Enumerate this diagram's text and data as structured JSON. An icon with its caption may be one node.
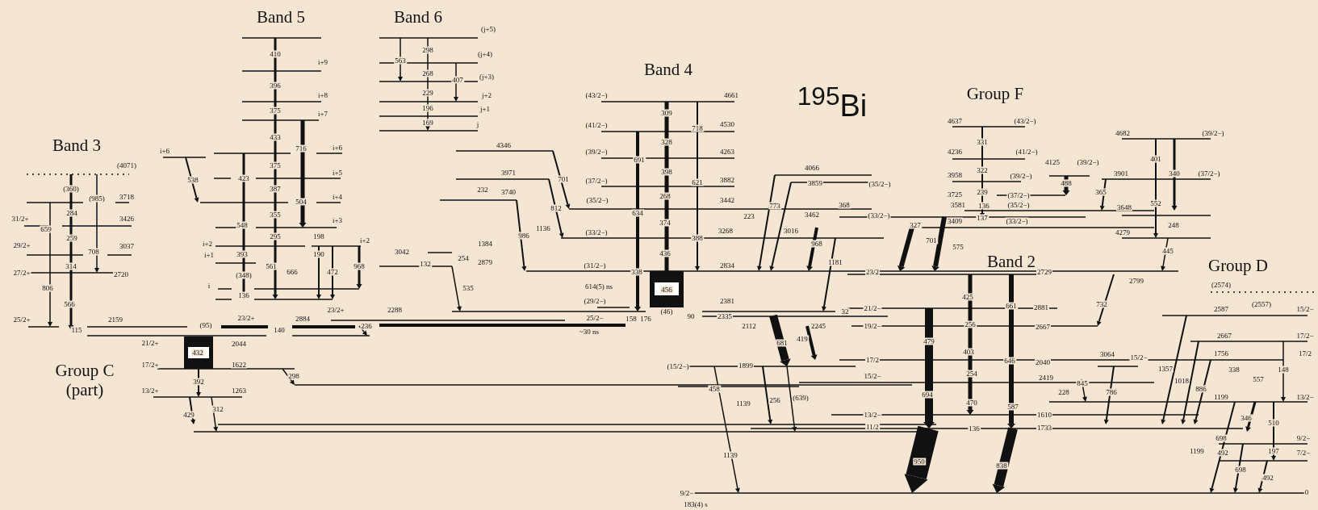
{
  "diagram": {
    "labels": [
      "Band 5",
      "Band 6",
      "Band 4",
      "$^{195}$Bi",
      "Group F",
      "Band 3",
      "Band 2",
      "Group D",
      "Group C (part)",
      "410",
      "i+9",
      "396",
      "i+8",
      "375",
      "i+7",
      "433",
      "716",
      "i+6",
      "i+6",
      "375",
      "538",
      "423",
      "i+5",
      "387",
      "504",
      "i+4",
      "355",
      "548",
      "i+3",
      "295",
      "198",
      "i+2",
      "i+2",
      "(4071)",
      "(360)",
      "(985)",
      "3718",
      "284",
      "31/2+",
      "3426",
      "659",
      "29/2+",
      "259",
      "708",
      "3037",
      "298",
      "563",
      "268",
      "229",
      "196",
      "169",
      "(j+5)",
      "(j+4)",
      "407",
      "(j+3)",
      "j+2",
      "j+1",
      "j",
      "(43/2−)",
      "309",
      "4661",
      "(41/2−)",
      "718",
      "4530",
      "328",
      "(39/2−)",
      "691",
      "4263",
      "4346",
      "398",
      "(37/2−)",
      "621",
      "3882",
      "3971",
      "701",
      "232",
      "3740",
      "268",
      "(35/2−)",
      "634",
      "3442",
      "812",
      "374",
      "1136",
      "986",
      "(33/2−)",
      "388",
      "3268",
      "436",
      "4066",
      "3859",
      "(35/2−)",
      "773",
      "368",
      "223",
      "3462",
      "(33/2−)",
      "3016",
      "968",
      "4637",
      "(43/2−)",
      "331",
      "4236",
      "(41/2−)",
      "4682",
      "(39/2−)",
      "4125",
      "(39/2−)",
      "322",
      "3958",
      "(39/2−)",
      "401",
      "488",
      "3901",
      "340",
      "(37/2−)",
      "3725",
      "239",
      "(37/2−)",
      "365",
      "3581",
      "136",
      "(35/2−)",
      "3648",
      "552",
      "3409",
      "137",
      "(33/2−)",
      "327",
      "248",
      "4279",
      "701",
      "575",
      "445",
      "1384",
      "254",
      "2879",
      "3042",
      "132",
      "535",
      "i+1",
      "393",
      "190",
      "561",
      "666",
      "472",
      "968",
      "(348)",
      "i",
      "136",
      "27/2+",
      "314",
      "2720",
      "806",
      "566",
      "25/2+",
      "2159",
      "115",
      "(95)",
      "23/2+",
      "140",
      "2884",
      "23/2+",
      "2288",
      "236",
      "21/2+",
      "432",
      "2044",
      "17/2+",
      "1622",
      "298",
      "392",
      "13/2+",
      "1263",
      "429",
      "312",
      "(31/2−)",
      "338",
      "2834",
      "1181",
      "614(5) ns",
      "456",
      "(29/2−)",
      "2381",
      "(46)",
      "90",
      "2335",
      "32",
      "25/2−",
      "158",
      "176",
      "~30 ns",
      "2112",
      "2245",
      "681",
      "419",
      "(15/2−)",
      "1899",
      "458",
      "256",
      "(639)",
      "1139",
      "1139",
      "9/2−",
      "183(4) s",
      "23/2",
      "21/2−",
      "19/2−",
      "17/2",
      "15/2−",
      "13/2−",
      "11/2",
      "2729",
      "2799",
      "(2574)",
      "425",
      "661",
      "2881",
      "732",
      "(2557)",
      "2587",
      "15/2−",
      "256",
      "2667",
      "479",
      "2667",
      "17/2−",
      "403",
      "646",
      "2040",
      "3064",
      "15/2−",
      "1756",
      "17/2",
      "1357",
      "254",
      "338",
      "148",
      "2419",
      "845",
      "1018",
      "886",
      "557",
      "694",
      "228",
      "786",
      "1199",
      "13/2−",
      "470",
      "587",
      "1610",
      "136",
      "1733",
      "346",
      "510",
      "950",
      "838",
      "1199",
      "698",
      "9/2−",
      "492",
      "197",
      "7/2−",
      "698",
      "492",
      "0"
    ]
  }
}
